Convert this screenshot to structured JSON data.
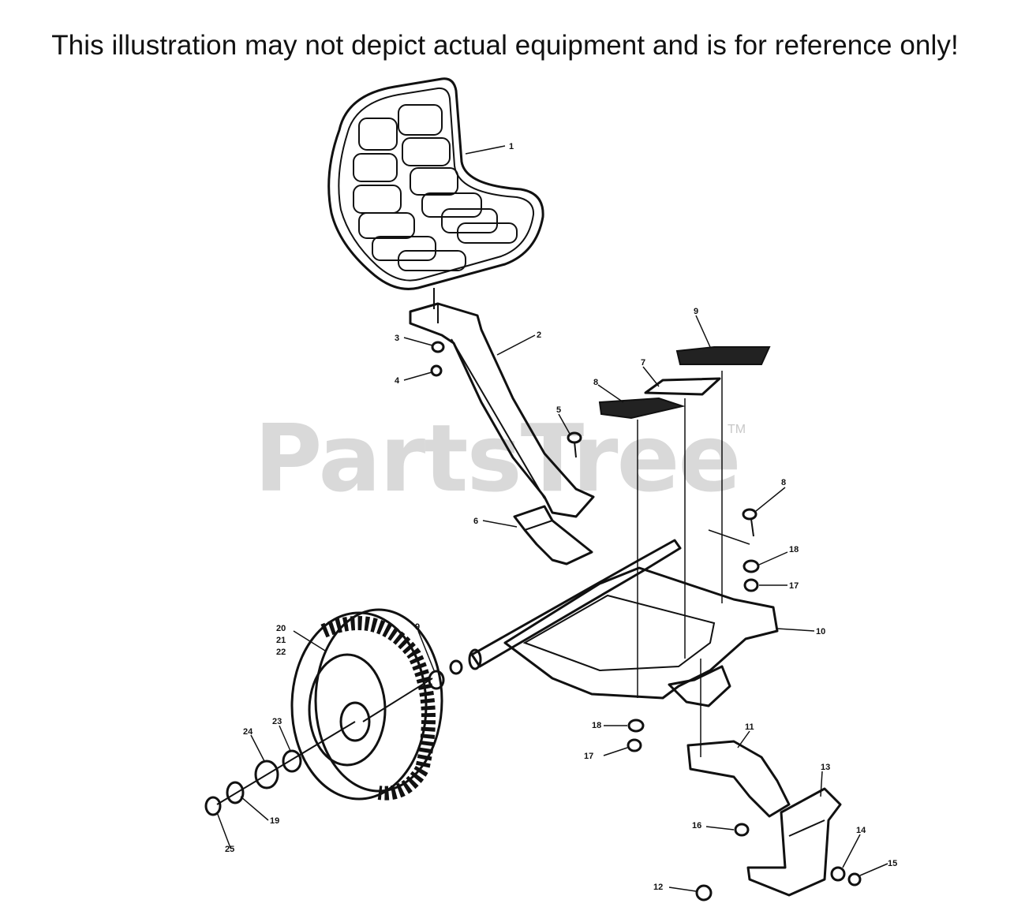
{
  "disclaimer": "This illustration may not depict actual equipment and is for reference only!",
  "watermark": {
    "text": "PartsTree",
    "tm": "TM"
  },
  "callouts": {
    "c1": "1",
    "c2": "2",
    "c3": "3",
    "c4": "4",
    "c5": "5",
    "c6": "6",
    "c7": "7",
    "c8a": "8",
    "c8b": "8",
    "c9a": "9",
    "c9b": "9",
    "c10": "10",
    "c11": "11",
    "c12": "12",
    "c13": "13",
    "c14": "14",
    "c15": "15",
    "c16": "16",
    "c17a": "17",
    "c17b": "17",
    "c18a": "18",
    "c18b": "18",
    "c19": "19",
    "c20": "20",
    "c21": "21",
    "c22": "22",
    "c23": "23",
    "c24": "24",
    "c25": "25"
  }
}
